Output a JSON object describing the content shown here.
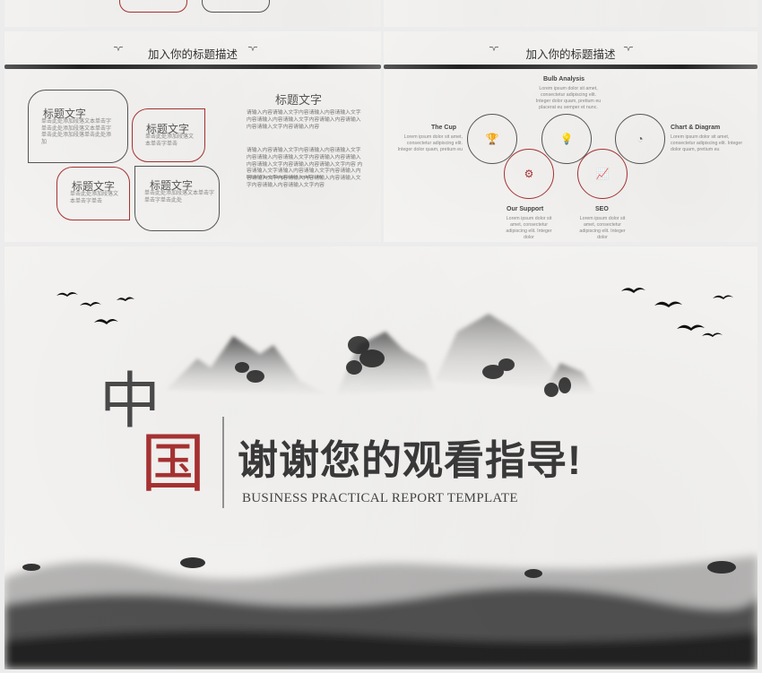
{
  "slide_mid_left": {
    "header": "加入你的标题描述",
    "main_title": "标题文字",
    "para1": "请输入内容请输入文字内容请输入内容请输入文字内容请输入内容请输入文字内容请输入内容请输入内容请输入文字内容请输入内容",
    "para2": "请输入内容请输入文字内容请输入内容请输入文字内容请输入内容请输入文字内容请输入内容请输入内容请输入文字内容请输入内容请输入文字内容 内容请输入文字请输入内容请输入文字内容请输入内容请输入文字内容请输入内容请输入内容请输入文字内容请输入内容请输入文字内容",
    "url": "https://liangliangtuwen.tmall.com",
    "shapes": [
      {
        "title": "标题文字",
        "desc": "单击此处添加段落文本单击字单击此处添加段落文本单击字单击此处添加段落单击此处添加"
      },
      {
        "title": "标题文字",
        "desc": "单击此处添加段落文本单击字单击"
      },
      {
        "title": "标题文字",
        "desc": "单击此处添加段落文本单击字单击"
      },
      {
        "title": "标题文字",
        "desc": "单击此处添加段落文本单击字单击字单击此处"
      }
    ]
  },
  "slide_mid_right": {
    "header": "加入你的标题描述",
    "items": [
      {
        "label": "Bulb Analysis",
        "desc": "Lorem ipsum dolor sit amet, consectetur adipiscing elit. Integer dolor quam, pretium eu placerat eu semper et nunc.",
        "icon": "bulb-icon"
      },
      {
        "label": "The Cup",
        "desc": "Lorem ipsum dolor sit amet, consectetur adipiscing elit. Integer dolor quam, pretium eu",
        "icon": "trophy-icon"
      },
      {
        "label": "Chart & Diagram",
        "desc": "Lorem ipsum dolor sit amet, consectetur adipiscing elit. Integer dolor quam, pretium eu",
        "icon": "pie-chart-icon"
      },
      {
        "label": "Our Support",
        "desc": "Lorem ipsum dolor sit amet, consectetur adipiscing elit. Integer dolor",
        "icon": "support-icon"
      },
      {
        "label": "SEO",
        "desc": "Lorem ipsum dolor sit amet, consectetur adipiscing elit. Integer dolor",
        "icon": "seo-chart-icon"
      }
    ]
  },
  "slide_big": {
    "char_top": "中",
    "char_bottom": "国",
    "headline": "谢谢您的观看指导!",
    "subtitle": "BUSINESS PRACTICAL REPORT TEMPLATE"
  },
  "colors": {
    "accent_red": "#a83232",
    "ink": "#333333",
    "paper": "#f4f3f1"
  }
}
